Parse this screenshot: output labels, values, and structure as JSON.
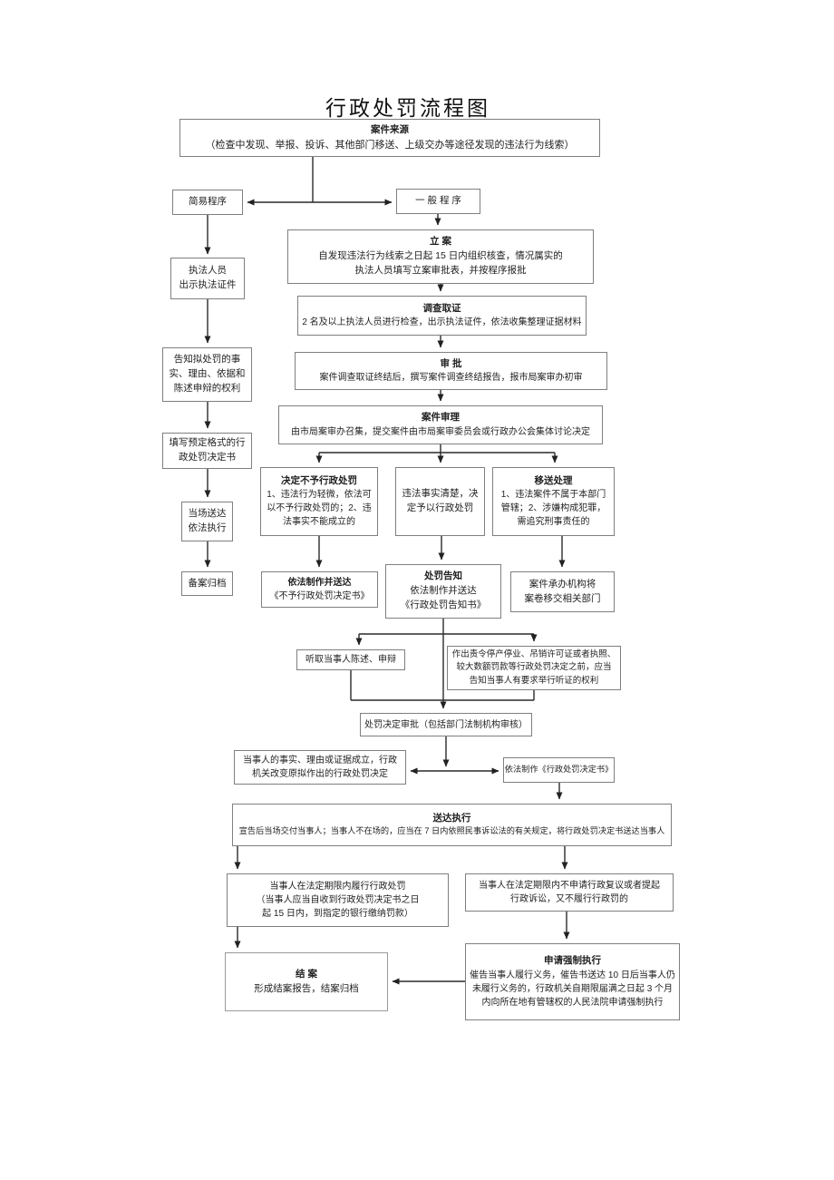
{
  "title": "行政处罚流程图",
  "colors": {
    "background": "#ffffff",
    "box_border": "#7f7f7f",
    "line": "#2a2a2a",
    "text": "#1f1f1f"
  },
  "boxes": {
    "case_source": {
      "title": "案件来源",
      "body": "（检查中发现、举报、投诉、其他部门移送、上级交办等途径发现的违法行为线索）"
    },
    "simple_procedure": {
      "label": "简易程序"
    },
    "general_procedure": {
      "label": "一 般 程 序"
    },
    "enforcement_officer": {
      "lines": [
        "执法人员",
        "出示执法证件"
      ]
    },
    "inform_rights": {
      "lines": [
        "告知拟处罚的事",
        "实、理由、依据和",
        "陈述申辩的权利"
      ]
    },
    "fill_decision": {
      "lines": [
        "填写预定格式的行",
        "政处罚决定书"
      ]
    },
    "onsite_delivery": {
      "lines": [
        "当场送达",
        "依法执行"
      ]
    },
    "filing": {
      "label": "备案归档"
    },
    "li_an": {
      "title": "立  案",
      "lines": [
        "自发现违法行为线索之日起 15 日内组织核查，情况属实的",
        "执法人员填写立案审批表，并按程序报批"
      ]
    },
    "investigation": {
      "title": "调查取证",
      "body": "2 名及以上执法人员进行检查，出示执法证件，依法收集整理证据材料"
    },
    "shen_pi": {
      "title": "审  批",
      "body": "案件调查取证终结后，撰写案件调查终结报告，报市局案审办初审"
    },
    "case_review": {
      "title": "案件审理",
      "body": "由市局案审办召集，提交案件由市局案审委员会或行政办公会集体讨论决定"
    },
    "no_penalty": {
      "title": "决定不予行政处罚",
      "lines": [
        "1、违法行为轻微，依法可",
        "以不予行政处罚的；2、违",
        "法事实不能成立的"
      ]
    },
    "penalty_decision": {
      "lines": [
        "违法事实清楚，决",
        "定予以行政处罚"
      ]
    },
    "transfer": {
      "title": "移送处理",
      "lines": [
        "1、违法案件不属于本部门",
        "管辖；2、涉嫌构成犯罪，",
        "需追究刑事责任的"
      ]
    },
    "make_no_penalty_doc": {
      "title": "依法制作并送达",
      "body": "《不予行政处罚决定书》"
    },
    "penalty_notice": {
      "title": "处罚告知",
      "lines": [
        "依法制作并送达",
        "《行政处罚告知书》"
      ]
    },
    "case_transfer_dept": {
      "lines": [
        "案件承办机构将",
        "案卷移交相关部门"
      ]
    },
    "listen_statement": {
      "label": "听取当事人陈述、申辩"
    },
    "hearing_notice": {
      "lines": [
        "作出责令停产停业、吊销许可证或者执照、",
        "较大数额罚款等行政处罚决定之前，应当",
        "告知当事人有要求举行听证的权利"
      ]
    },
    "decision_approval": {
      "label": "处罚决定审批（包括部门法制机构审核）"
    },
    "change_decision": {
      "lines": [
        "当事人的事实、理由或证据成立，行政",
        "机关改变原拟作出的行政处罚决定"
      ]
    },
    "make_decision_doc": {
      "label": "依法制作《行政处罚决定书》"
    },
    "delivery_execution": {
      "title": "送达执行",
      "body": "宣告后当场交付当事人；当事人不在场的，应当在 7 日内依照民事诉讼法的有关规定，将行政处罚决定书送达当事人"
    },
    "fulfill_penalty": {
      "lines": [
        "当事人在法定期限内履行行政处罚",
        "（当事人应当自收到行政处罚决定书之日",
        "起 15 日内，到指定的银行缴纳罚款）"
      ]
    },
    "no_appeal": {
      "lines": [
        "当事人在法定期限内不申请行政复议或者提起",
        "行政诉讼，又不履行行政罚的"
      ]
    },
    "close_case": {
      "title": "结  案",
      "body": "形成结案报告，结案归档"
    },
    "enforce": {
      "title": "申请强制执行",
      "lines": [
        "催告当事人履行义务，催告书送达 10 日后当事人仍",
        "未履行义务的，行政机关自期限届满之日起 3 个月",
        "内向所在地有管辖权的人民法院申请强制执行"
      ]
    }
  }
}
